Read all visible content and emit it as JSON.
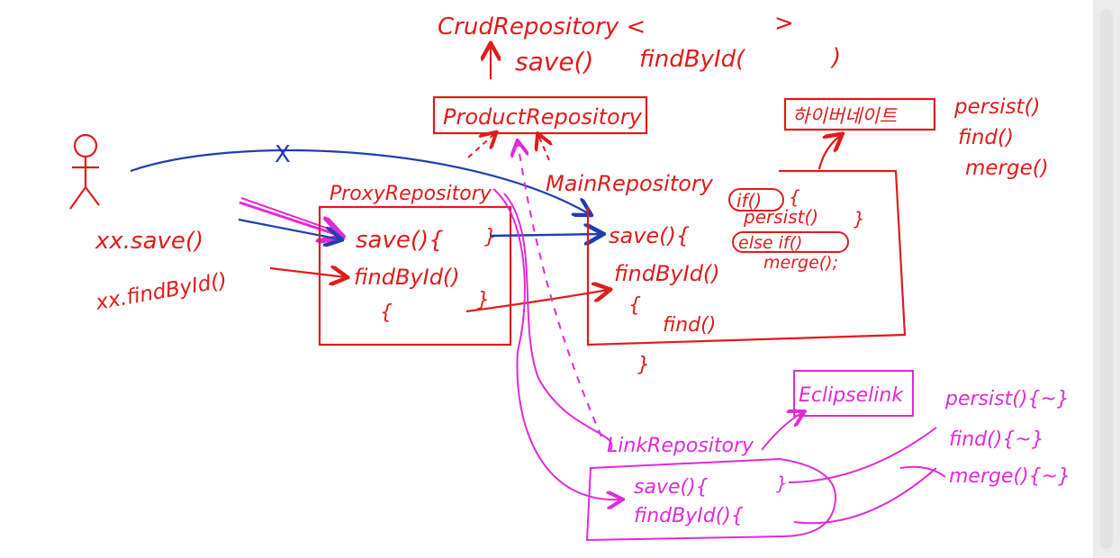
{
  "colors": {
    "red": "#e01b1b",
    "magenta": "#e02ad8",
    "blue": "#1f3fb0",
    "background": "#ffffff"
  },
  "crud": {
    "title": "CrudRepository <",
    "title_close": ">",
    "save": "save()",
    "find": "findById(",
    "find_close": ")"
  },
  "product_repository": {
    "label": "ProductRepository"
  },
  "hibernate": {
    "label": "하이버네이트",
    "persist": "persist()",
    "find": "find()",
    "merge": "merge()"
  },
  "proxy": {
    "title": "ProxyRepository",
    "save": "save(){",
    "save_close": "}",
    "find_by_id": "findById()",
    "brace_open": "{",
    "brace_close": "}"
  },
  "main": {
    "title": "MainRepository",
    "save": "save(){",
    "if": "if()",
    "if_brace": "{",
    "persist": "persist()",
    "persist_close": "}",
    "else_if": "else if()",
    "find_by_id": "findById()",
    "merge": "merge();",
    "brace_open": "{",
    "find": "find()",
    "brace_close": "}"
  },
  "client": {
    "call_save": "xx.save()",
    "call_find": "xx.findById()",
    "x_mark": "X"
  },
  "eclipselink": {
    "label": "Eclipselink",
    "persist": "persist(){~}",
    "find": "find(){~}",
    "merge": "merge(){~}"
  },
  "link_repository": {
    "title": "LinkRepository",
    "save": "save(){",
    "find_by_id": "findById(){",
    "brace_close": "}"
  }
}
